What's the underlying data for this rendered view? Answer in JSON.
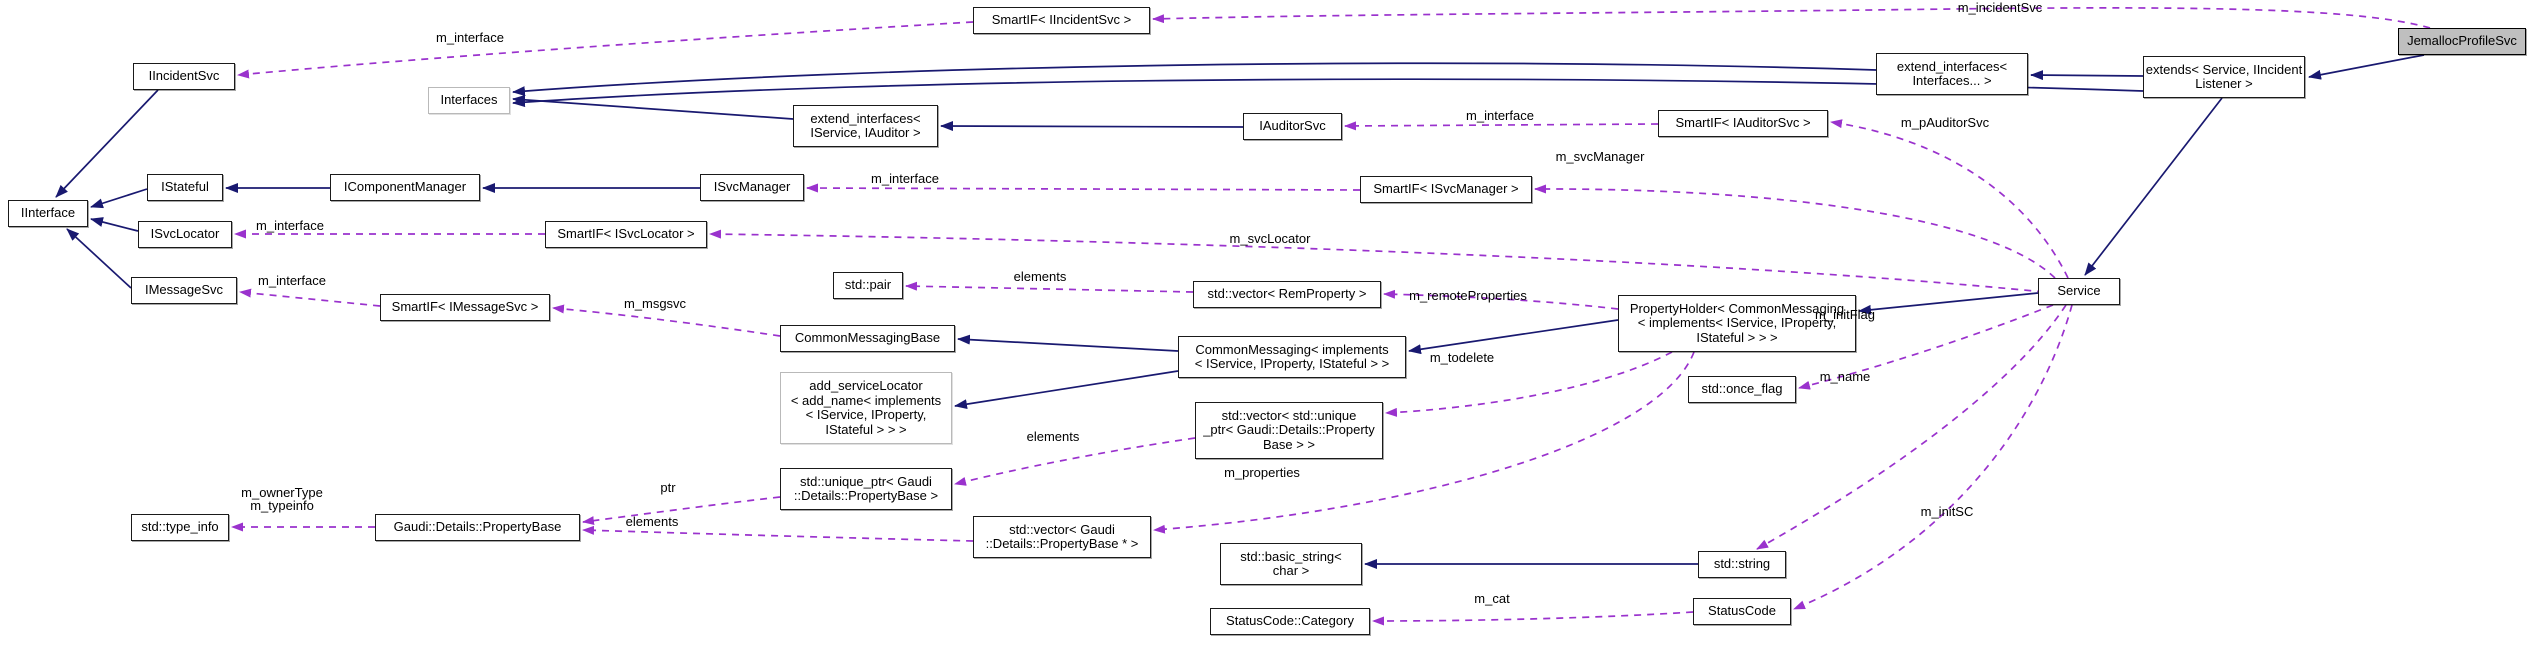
{
  "diagram": {
    "title": "JemallocProfileSvc collaboration graph",
    "colors": {
      "inheritance_edge": "#191970",
      "usage_edge": "#9a32cd",
      "focus_node_fill": "#bfbfbf",
      "node_fill": "#ffffff",
      "node_border": "#1a1a1a",
      "template_node_border": "#b9b9b9"
    },
    "nodes": {
      "smartif_iincidentsvc": {
        "lines": [
          "SmartIF< IIncidentSvc >"
        ]
      },
      "jemallocprofilesvc": {
        "lines": [
          "JemallocProfileSvc"
        ]
      },
      "extend_interfaces_pack": {
        "lines": [
          "extend_interfaces<",
          "Interfaces... >"
        ]
      },
      "extends_service_iincidentlistener": {
        "lines": [
          "extends< Service, IIncident",
          "Listener >"
        ]
      },
      "iincidentsvc": {
        "lines": [
          "IIncidentSvc"
        ]
      },
      "interfaces": {
        "lines": [
          "Interfaces"
        ]
      },
      "extend_interfaces_iservice_iauditor": {
        "lines": [
          "extend_interfaces<",
          "IService, IAuditor >"
        ]
      },
      "iauditorsvc": {
        "lines": [
          "IAuditorSvc"
        ]
      },
      "smartif_iauditorsvc": {
        "lines": [
          "SmartIF< IAuditorSvc >"
        ]
      },
      "iinterface": {
        "lines": [
          "IInterface"
        ]
      },
      "istateful": {
        "lines": [
          "IStateful"
        ]
      },
      "icomponentmanager": {
        "lines": [
          "IComponentManager"
        ]
      },
      "isvcmanager": {
        "lines": [
          "ISvcManager"
        ]
      },
      "smartif_isvcmanager": {
        "lines": [
          "SmartIF< ISvcManager >"
        ]
      },
      "isvclocator": {
        "lines": [
          "ISvcLocator"
        ]
      },
      "smartif_isvclocator": {
        "lines": [
          "SmartIF< ISvcLocator >"
        ]
      },
      "service": {
        "lines": [
          "Service"
        ]
      },
      "imessagesvc": {
        "lines": [
          "IMessageSvc"
        ]
      },
      "smartif_imessagesvc": {
        "lines": [
          "SmartIF< IMessageSvc >"
        ]
      },
      "std_pair": {
        "lines": [
          "std::pair"
        ]
      },
      "std_vector_remproperty": {
        "lines": [
          "std::vector< RemProperty >"
        ]
      },
      "propertyholder": {
        "lines": [
          "PropertyHolder< CommonMessaging",
          "< implements< IService, IProperty,",
          "IStateful > > >"
        ]
      },
      "commonmessagingbase": {
        "lines": [
          "CommonMessagingBase"
        ]
      },
      "commonmessaging": {
        "lines": [
          "CommonMessaging< implements",
          "< IService, IProperty, IStateful > >"
        ]
      },
      "std_once_flag": {
        "lines": [
          "std::once_flag"
        ]
      },
      "add_servicelocator": {
        "lines": [
          "add_serviceLocator",
          "< add_name< implements",
          "< IService, IProperty,",
          "IStateful > > >"
        ]
      },
      "std_vector_unique_ptr": {
        "lines": [
          "std::vector< std::unique",
          "_ptr< Gaudi::Details::Property",
          "Base > >"
        ]
      },
      "std_unique_ptr": {
        "lines": [
          "std::unique_ptr< Gaudi",
          "::Details::PropertyBase >"
        ]
      },
      "std_type_info": {
        "lines": [
          "std::type_info"
        ]
      },
      "gaudi_details_propertybase": {
        "lines": [
          "Gaudi::Details::PropertyBase"
        ]
      },
      "std_vector_propertybase_ptr": {
        "lines": [
          "std::vector< Gaudi",
          "::Details::PropertyBase * >"
        ]
      },
      "std_basic_string": {
        "lines": [
          "std::basic_string<",
          "char >"
        ]
      },
      "std_string": {
        "lines": [
          "std::string"
        ]
      },
      "statuscode_category": {
        "lines": [
          "StatusCode::Category"
        ]
      },
      "statuscode": {
        "lines": [
          "StatusCode"
        ]
      }
    },
    "labels": {
      "m_interface": "m_interface",
      "m_incidentSvc": "m_incidentSvc",
      "m_pAuditorSvc": "m_pAuditorSvc",
      "m_svcManager": "m_svcManager",
      "m_svcLocator": "m_svcLocator",
      "m_msgsvc": "m_msgsvc",
      "elements": "elements",
      "m_remoteProperties": "m_remoteProperties",
      "m_todelete": "m_todelete",
      "m_initFlag": "m_initFlag",
      "m_name": "m_name",
      "m_properties": "m_properties",
      "ptr": "ptr",
      "m_ownerType": "m_ownerType",
      "m_typeinfo": "m_typeinfo",
      "m_initSC": "m_initSC",
      "m_cat": "m_cat"
    }
  }
}
